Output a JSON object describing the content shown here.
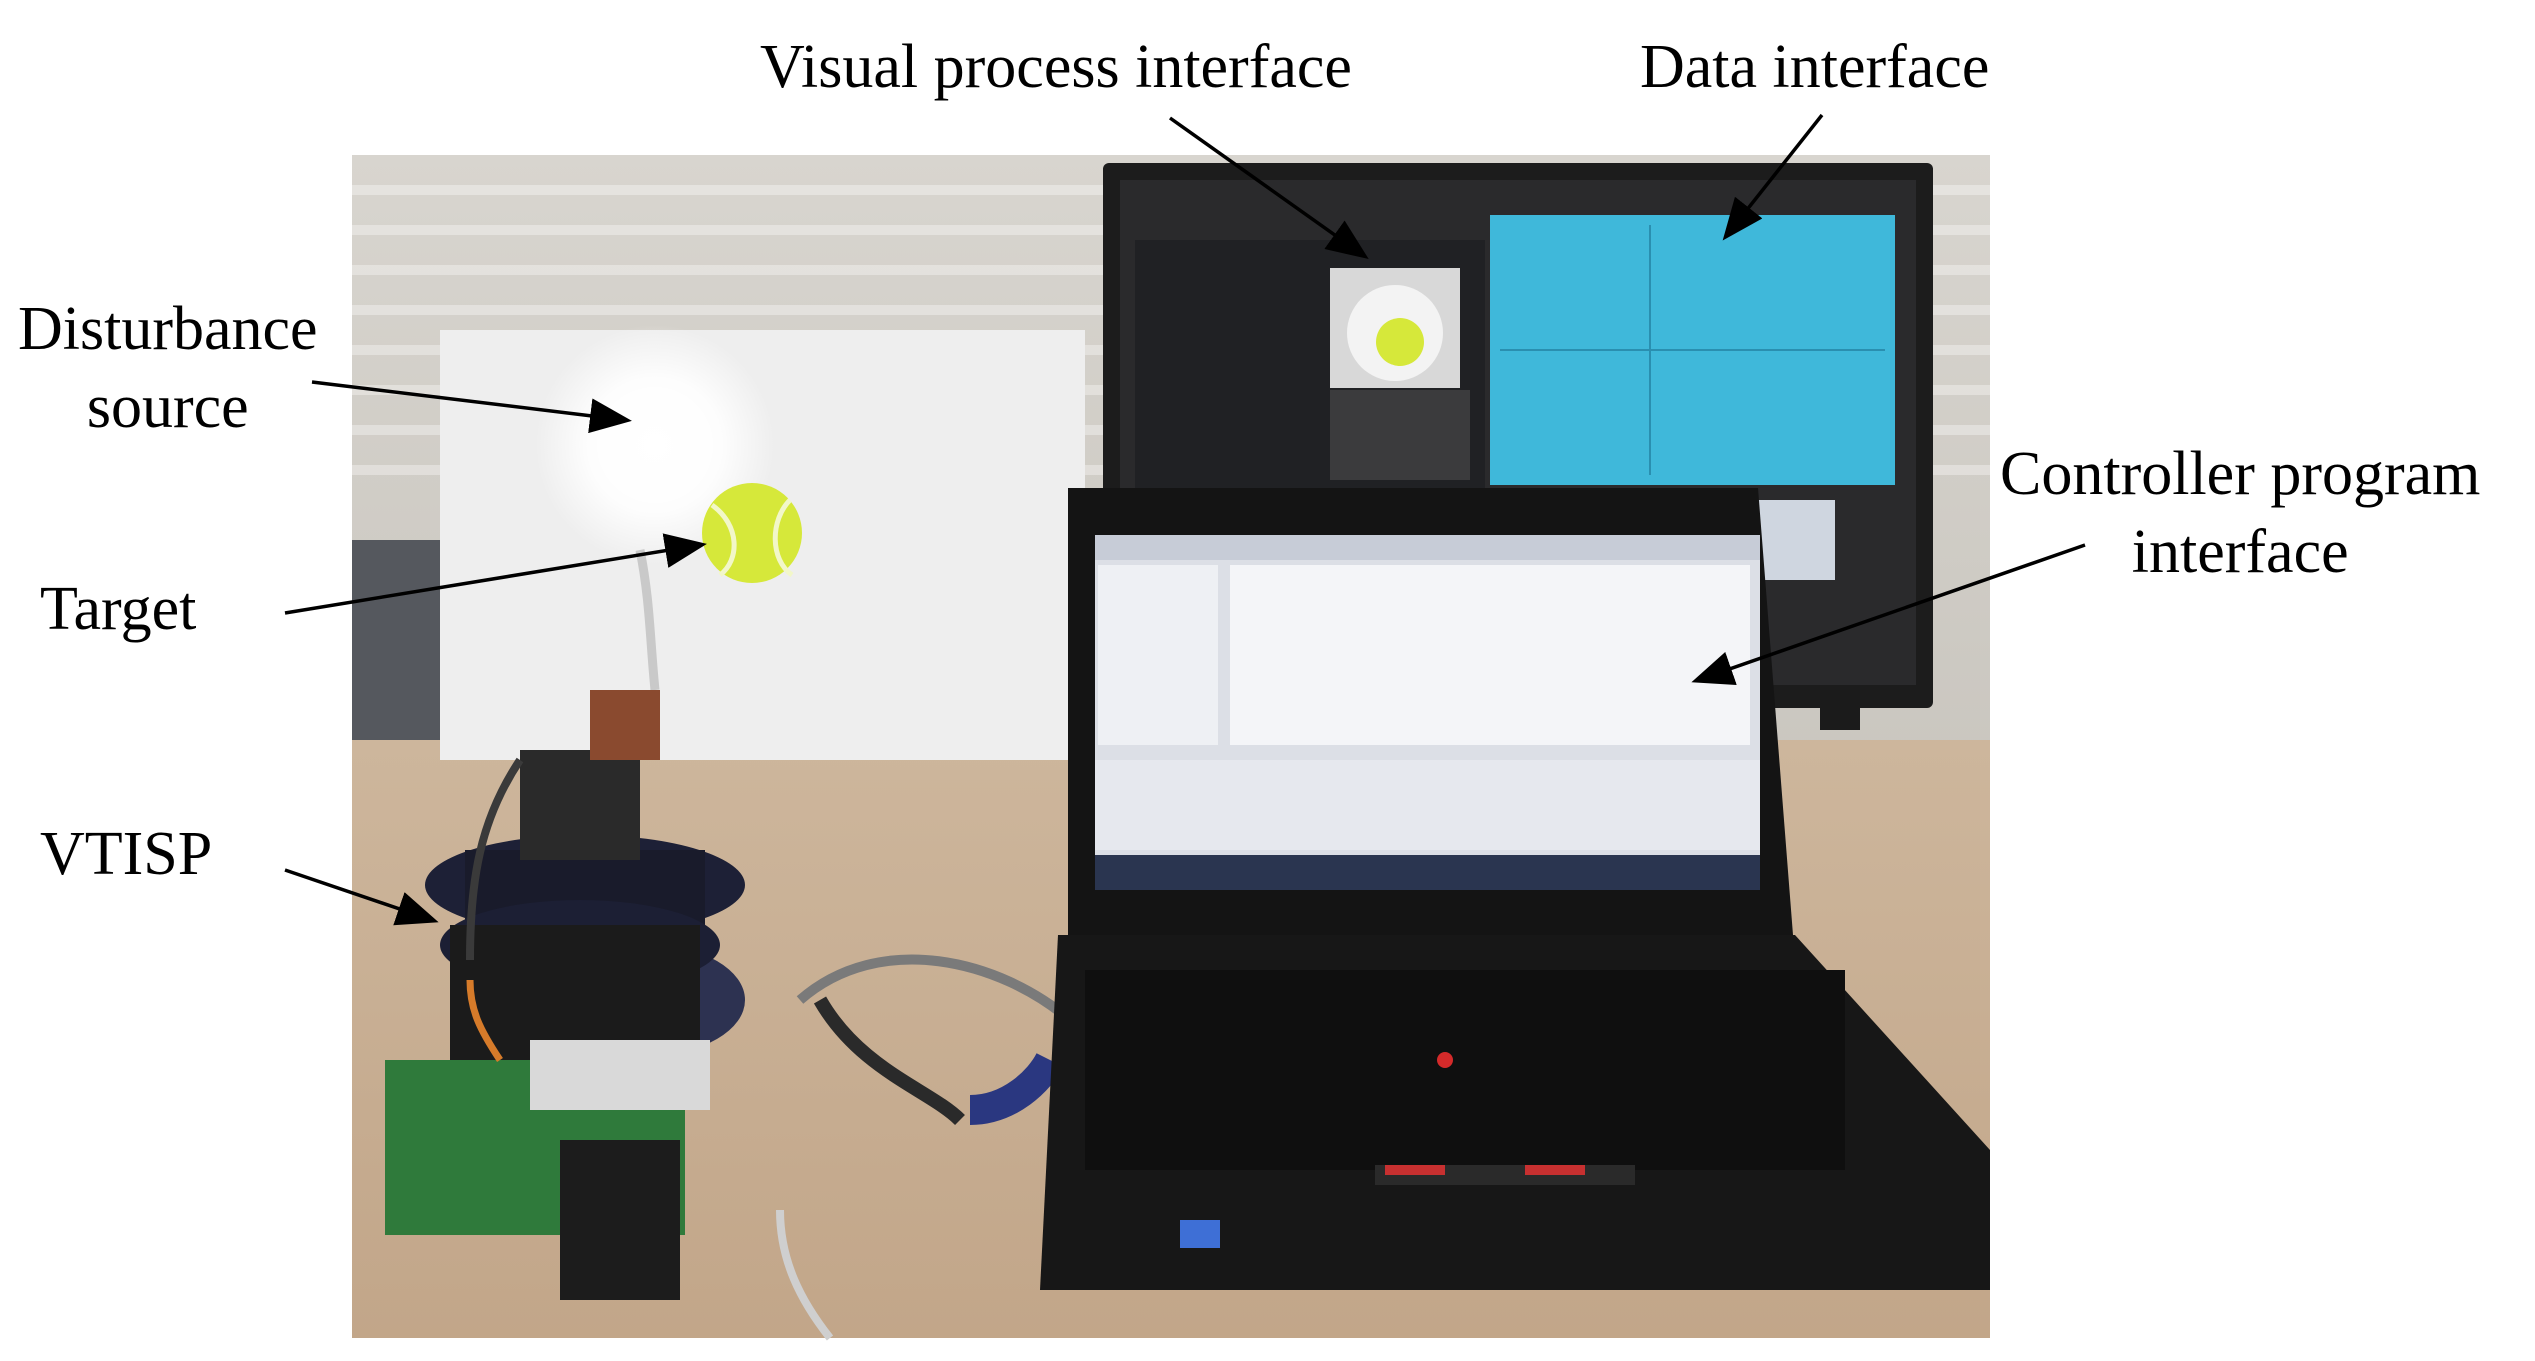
{
  "labels": {
    "visual_process_interface": "Visual process interface",
    "data_interface": "Data interface",
    "disturbance_source_line1": "Disturbance",
    "disturbance_source_line2": "source",
    "controller_program_line1": "Controller program",
    "controller_program_line2": "interface",
    "target": "Target",
    "vtisp": "VTISP"
  },
  "colors": {
    "background": "#ffffff",
    "text": "#000000",
    "arrow": "#000000",
    "wall": "#c7c4bd",
    "desk": "#c6ad90",
    "monitor_bezel": "#1c1c1c",
    "data_screen": "#3fb8da",
    "laptop_screen": "#dcdfe6",
    "laptop_body": "#141414",
    "tennis_ball": "#d6e83a",
    "pcb": "#2f7a3b"
  }
}
